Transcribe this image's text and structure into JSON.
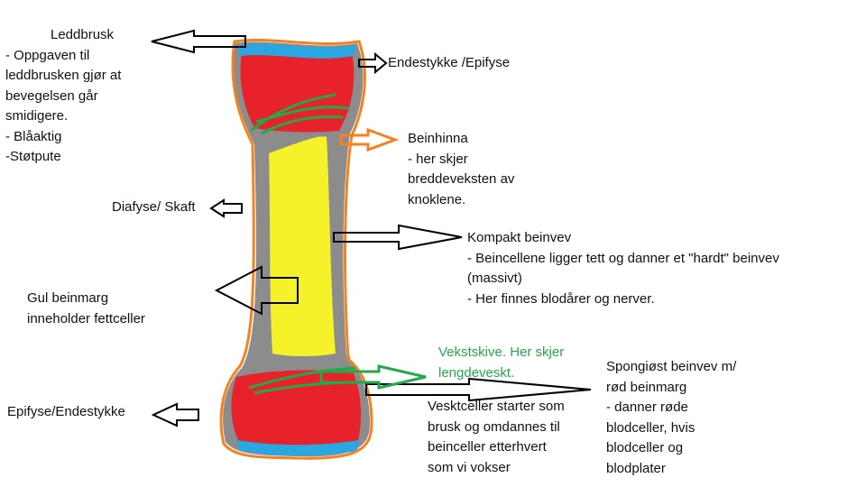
{
  "labels": {
    "leddbrusk": [
      "Leddbrusk",
      "- Oppgaven til",
      "leddbrusken gjør at",
      "bevegelsen går",
      "smidigere.",
      "- Blåaktig",
      "-Støtpute"
    ],
    "endestykke_top": [
      "Endestykke /Epifyse"
    ],
    "beinhinna": [
      "Beinhinna",
      "- her skjer",
      "breddeveksten av",
      "knoklene."
    ],
    "diafyse": [
      "Diafyse/ Skaft"
    ],
    "kompakt": [
      "Kompakt beinvev",
      "- Beincellene ligger tett og danner et \"hardt\" beinvev",
      "(massivt)",
      "- Her finnes blodårer og nerver."
    ],
    "gul_beinmarg": [
      "Gul beinmarg",
      "inneholder fettceller"
    ],
    "vekstskive": [
      "Vekstskive. Her skjer",
      "lengdeveskt."
    ],
    "spongiost": [
      "Spongiøst beinvev m/",
      "rød beinmarg",
      "- danner røde",
      "blodceller, hvis",
      "blodceller og",
      "blodplater"
    ],
    "epifyse_bottom": [
      "Epifyse/Endestykke"
    ],
    "vesktceller": [
      "Vesktceller starter som",
      "brusk og omdannes til",
      "beinceller etterhvert",
      "som vi vokser"
    ]
  },
  "colors": {
    "epiphysis_red": "#e8222b",
    "cartilage_blue": "#2aa6e0",
    "marrow_yellow": "#f5f22a",
    "compact_grey": "#8c8c8c",
    "periosteum_orange": "#f58220",
    "growth_plate_green": "#22a94a",
    "arrow_black": "#000000"
  }
}
